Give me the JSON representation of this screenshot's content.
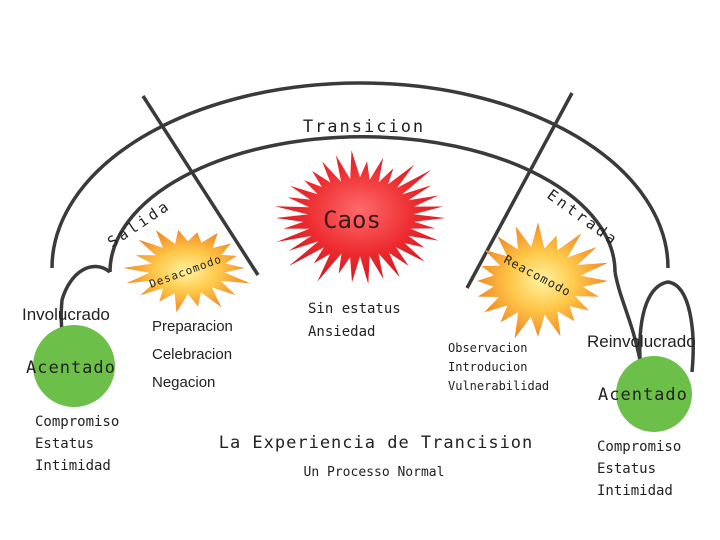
{
  "arc": {
    "label": "Transicion"
  },
  "phases": {
    "exit": "Salida",
    "entry": "Entrada"
  },
  "left": {
    "heading": "Involucrado",
    "circle_label": "Acentado",
    "traits": [
      "Compromiso",
      "Estatus",
      "Intimidad"
    ]
  },
  "right": {
    "heading": "Reinvolucrado",
    "circle_label": "Acentado",
    "traits": [
      "Compromiso",
      "Estatus",
      "Intimidad"
    ]
  },
  "bursts": {
    "discomfort": {
      "label": "Desacomodo",
      "items": [
        "Preparacion",
        "Celebracion",
        "Negacion"
      ]
    },
    "chaos": {
      "label": "Caos",
      "items": [
        "Sin estatus",
        "Ansiedad"
      ]
    },
    "readjust": {
      "label": "Reacomodo",
      "items": [
        "Observacion",
        "Introducion",
        "Vulnerabilidad"
      ]
    }
  },
  "footer": {
    "title": "La Experiencia de Trancision",
    "subtitle": "Un Processo Normal"
  },
  "colors": {
    "circle": "#6cc04a",
    "burst_red": "#e8262a",
    "burst_orange": "#f59a2a",
    "burst_yellow": "#ffe36a",
    "line": "#3a3a3a"
  }
}
